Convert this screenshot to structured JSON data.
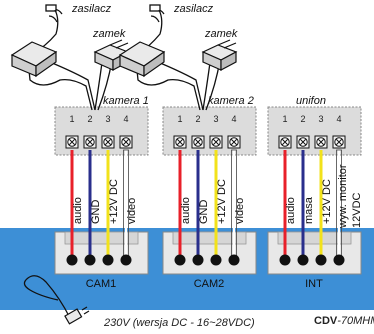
{
  "labels": {
    "power_supply_1": "zasilacz",
    "power_supply_2": "zasilacz",
    "lock_1": "zamek",
    "lock_2": "zamek",
    "camera_1": "kamera 1",
    "camera_2": "kamera 2",
    "handset": "unifon"
  },
  "terminals": {
    "numbers": [
      "1",
      "2",
      "3",
      "4"
    ]
  },
  "wires": {
    "camera_1": [
      "audio",
      "GND",
      "+12V DC",
      "video"
    ],
    "camera_2": [
      "audio",
      "GND",
      "+12V DC",
      "video"
    ],
    "handset": [
      "audio",
      "masa",
      "+12V DC",
      "wyw. monitor 12VDC"
    ],
    "colors": [
      "#e8202a",
      "#2a2f8c",
      "#f2e21b",
      "#ffffff"
    ]
  },
  "connectors": [
    "CAM1",
    "CAM2",
    "INT"
  ],
  "footer": {
    "power": "230V (wersja DC - 16~28VDC)",
    "model_prefix": "CDV",
    "model_suffix": "-70MHM"
  },
  "colors": {
    "panel_blue": "#3d8fd6",
    "box_gray": "#dcdcdc"
  }
}
